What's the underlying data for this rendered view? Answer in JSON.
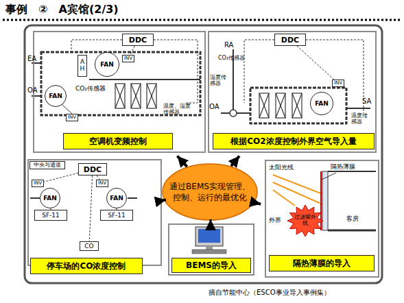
{
  "diagram": {
    "title": "事例　②　A宾馆(2/3)",
    "caption": "摘自节能中心（ESCO事业导入事例集）",
    "nodes": [
      {
        "text": [
          "空调机变频控制"
        ]
      },
      {
        "text": [
          "DDC"
        ],
        "in": 0
      },
      {
        "text": [
          "AH"
        ],
        "in": 0
      },
      {
        "text": [
          "FAN"
        ],
        "in": 0
      },
      {
        "text": [
          "INV"
        ],
        "in": 0
      },
      {
        "text": [
          "FAN"
        ],
        "in": 0
      },
      {
        "text": [
          "INV"
        ],
        "in": 0
      },
      {
        "text": [
          "根据CO2浓度控制外界空气导入量"
        ]
      },
      {
        "text": [
          "DDC"
        ],
        "in": 7
      },
      {
        "text": [
          "INV"
        ],
        "in": 7
      },
      {
        "text": [
          "FAN"
        ],
        "in": 7
      },
      {
        "text": [
          "通过BEMS实现管理、控制、运行的最优化"
        ]
      },
      {
        "text": [
          "停车场的CO浓度控制"
        ]
      },
      {
        "text": [
          "中央与通道"
        ],
        "in": 12
      },
      {
        "text": [
          "DDC"
        ],
        "in": 12
      },
      {
        "text": [
          "INV"
        ],
        "in": 12
      },
      {
        "text": [
          "FAN"
        ],
        "in": 12
      },
      {
        "text": [
          "SF-11"
        ],
        "in": 12
      },
      {
        "text": [
          "INV"
        ],
        "in": 12
      },
      {
        "text": [
          "FAN"
        ],
        "in": 12
      },
      {
        "text": [
          "SF-11"
        ],
        "in": 12
      },
      {
        "text": [
          "CO"
        ],
        "in": 12
      },
      {
        "text": [
          "BEMS的导入"
        ]
      },
      {
        "text": [
          "隔热薄膜的导入"
        ]
      },
      {
        "text": [
          "过滤紫外线"
        ],
        "in": 23
      }
    ],
    "edges": [
      {
        "from": 11,
        "to": 0,
        "arrow": "to"
      },
      {
        "from": 11,
        "to": 7,
        "arrow": "to"
      },
      {
        "from": 11,
        "to": 12,
        "arrow": "to"
      },
      {
        "from": 11,
        "to": 22,
        "arrow": "to"
      },
      {
        "from": 11,
        "to": 23,
        "arrow": "to"
      },
      {
        "from": 1,
        "to": 4,
        "arrow": "none"
      },
      {
        "from": 8,
        "to": 9,
        "arrow": "none"
      },
      {
        "from": 14,
        "to": 15,
        "arrow": "none"
      },
      {
        "from": 14,
        "to": 18,
        "arrow": "none"
      },
      {
        "from": 14,
        "to": 21,
        "arrow": "none"
      }
    ],
    "labels": [
      "EA",
      "OA",
      "CO₂传感器",
      "温度、湿度传感器",
      "RA",
      "CO₂传感器",
      "湿度传感器",
      "OA",
      "SA",
      "温度传感器",
      "太阳光线",
      "隔热薄膜",
      "外界",
      "客房"
    ]
  }
}
